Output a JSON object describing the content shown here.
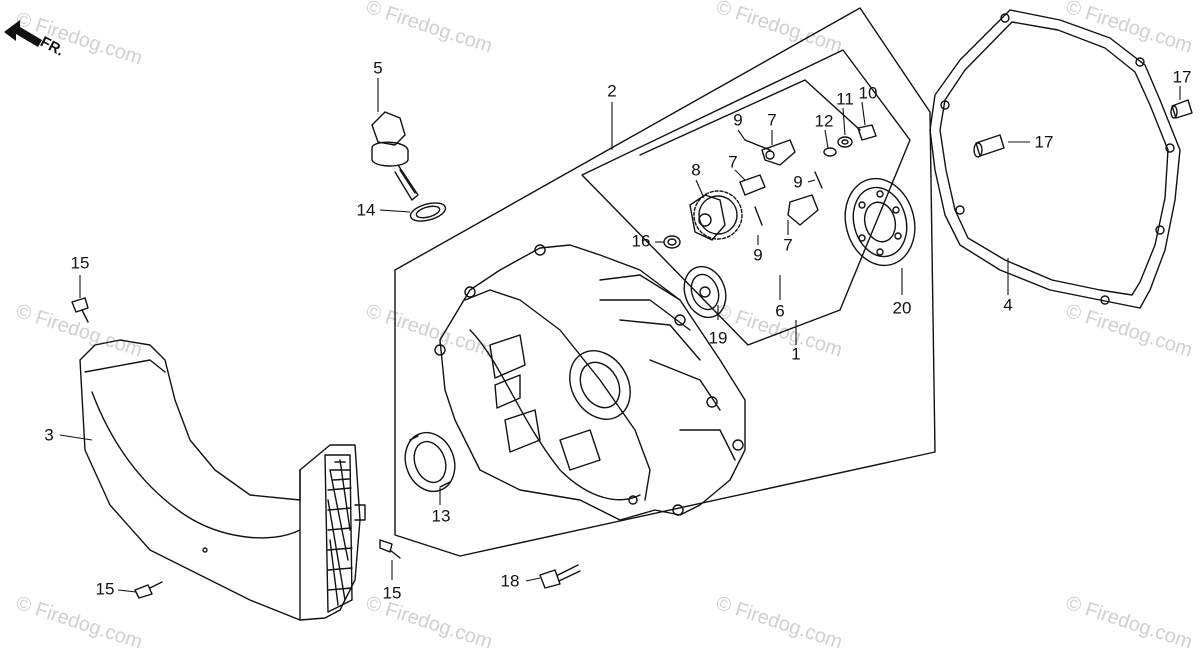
{
  "direction_label": "FR.",
  "watermark": "© Firedog.com",
  "callouts": {
    "c1": "1",
    "c2": "2",
    "c3": "3",
    "c4": "4",
    "c5": "5",
    "c6": "6",
    "c7a": "7",
    "c7b": "7",
    "c7c": "7",
    "c8": "8",
    "c9a": "9",
    "c9b": "9",
    "c9c": "9",
    "c10": "10",
    "c11": "11",
    "c12": "12",
    "c13": "13",
    "c14": "14",
    "c15a": "15",
    "c15b": "15",
    "c15c": "15",
    "c16": "16",
    "c17a": "17",
    "c17b": "17",
    "c18": "18",
    "c19": "19",
    "c20": "20"
  }
}
